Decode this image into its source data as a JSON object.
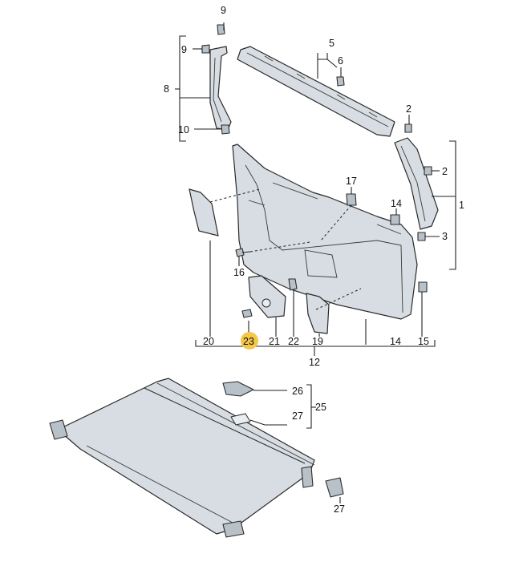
{
  "diagram": {
    "callouts": {
      "c1": "1",
      "c2a": "2",
      "c2b": "2",
      "c3": "3",
      "c5": "5",
      "c6": "6",
      "c8": "8",
      "c9a": "9",
      "c9b": "9",
      "c10": "10",
      "c12": "12",
      "c14a": "14",
      "c14b": "14",
      "c15": "15",
      "c16": "16",
      "c17": "17",
      "c19": "19",
      "c20": "20",
      "c21": "21",
      "c22": "22",
      "c23": "23",
      "c25": "25",
      "c26": "26",
      "c27a": "27",
      "c27b": "27"
    },
    "highlighted_callout": "23",
    "highlight_color": "#f4c64a",
    "line_color": "#222222",
    "part_fill_color": "#d7dde2"
  }
}
